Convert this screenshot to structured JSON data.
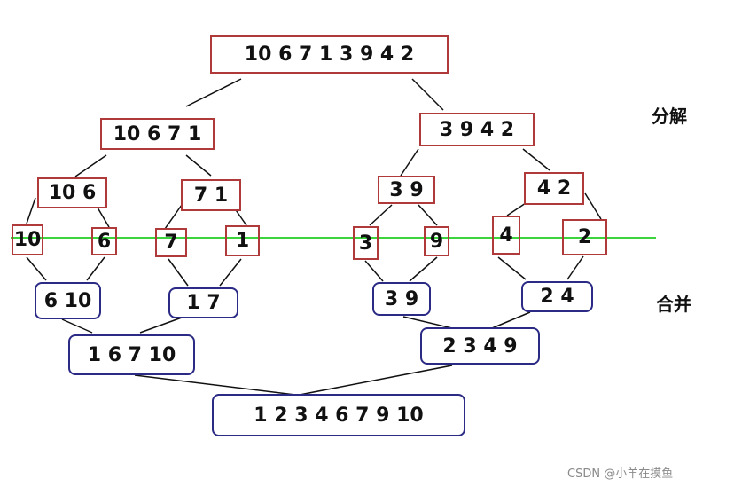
{
  "labels": {
    "split": "分解",
    "merge": "合并"
  },
  "watermark": "CSDN @小羊在摸鱼",
  "colors": {
    "split_border": "#b03a3a",
    "merge_border": "#2b2b86",
    "divider": "#3cd43c"
  },
  "split": {
    "root": "10 6 7 1 3 9 4 2",
    "left": "10 6 7 1",
    "right": "3 9 4 2",
    "ll": "10 6",
    "lr": "7 1",
    "rl": "3 9",
    "rr": "4 2",
    "l1": "10",
    "l2": "6",
    "l3": "7",
    "l4": "1",
    "r1": "3",
    "r2": "9",
    "r3": "4",
    "r4": "2"
  },
  "merge": {
    "m1": "6 10",
    "m2": "1 7",
    "m3": "3 9",
    "m4": "2 4",
    "ml": "1 6 7 10",
    "mr": "2 3 4 9",
    "final": "1 2 3 4 6 7 9 10"
  }
}
